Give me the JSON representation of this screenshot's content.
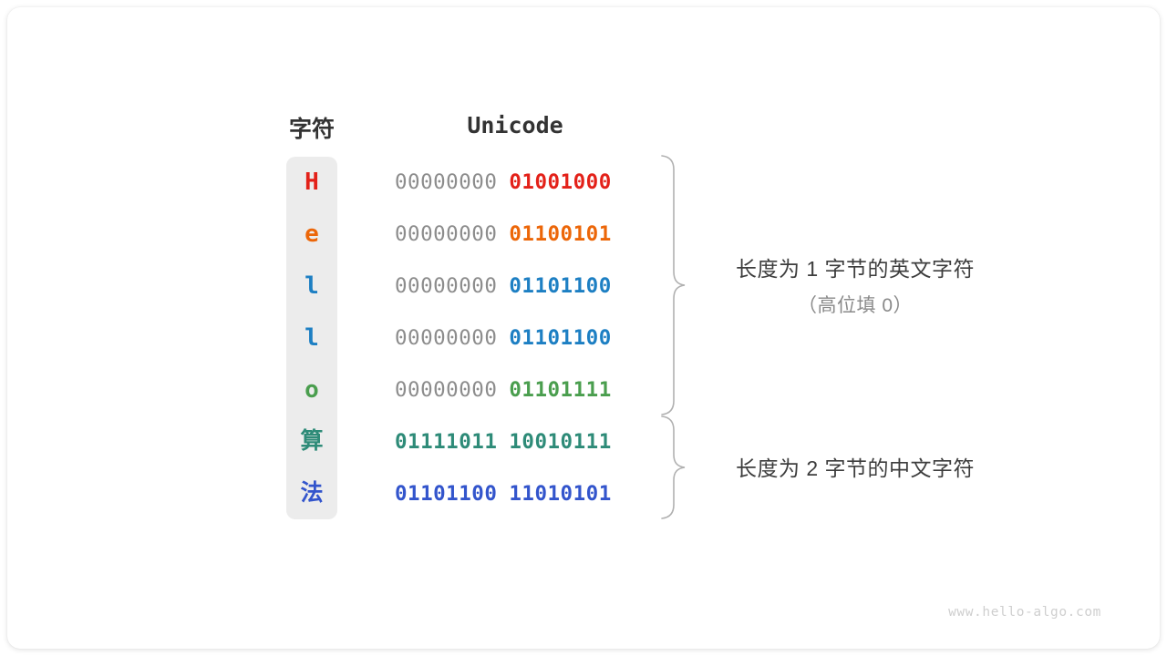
{
  "headers": {
    "character": "字符",
    "unicode": "Unicode"
  },
  "colors": {
    "column_bg": "#ececec",
    "header_text": "#333333",
    "high_byte": "#8c8c8c",
    "annotation_main": "#3d3d3d",
    "annotation_sub": "#8a8a8a",
    "brace": "#b0b0b0",
    "watermark": "#cfcfcf",
    "card_bg": "#ffffff",
    "page_bg": "#ffffff"
  },
  "rows": [
    {
      "char": "H",
      "color": "#e32119",
      "high": "00000000",
      "low": "01001000",
      "cjk": false
    },
    {
      "char": "e",
      "color": "#ec6608",
      "high": "00000000",
      "low": "01100101",
      "cjk": false
    },
    {
      "char": "l",
      "color": "#1d7fc3",
      "high": "00000000",
      "low": "01101100",
      "cjk": false
    },
    {
      "char": "l",
      "color": "#1d7fc3",
      "high": "00000000",
      "low": "01101100",
      "cjk": false
    },
    {
      "char": "o",
      "color": "#4a9e4e",
      "high": "00000000",
      "low": "01101111",
      "cjk": false
    },
    {
      "char": "算",
      "color": "#2e8b78",
      "high": "01111011",
      "low": "10010111",
      "cjk": true
    },
    {
      "char": "法",
      "color": "#3355cc",
      "high": "01101100",
      "low": "11010101",
      "cjk": true
    }
  ],
  "annotations": [
    {
      "main": "长度为 1 字节的英文字符",
      "sub": "（高位填 0）"
    },
    {
      "main": "长度为 2 字节的中文字符",
      "sub": ""
    }
  ],
  "watermark": "www.hello-algo.com"
}
